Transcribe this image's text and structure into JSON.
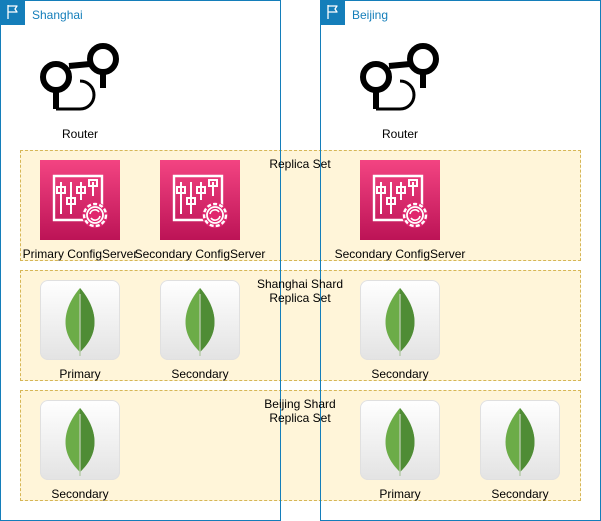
{
  "colors": {
    "region_border": "#147eba",
    "group_fill": "#fff2cc",
    "group_border": "#d6b656",
    "configserver": "#e7157b",
    "mongo_leaf": "#6cac48"
  },
  "regions": [
    {
      "label": "Shanghai",
      "icon": "flag-icon"
    },
    {
      "label": "Beijing",
      "icon": "flag-icon"
    }
  ],
  "routers": [
    {
      "label": "Router",
      "icon": "router-icon"
    },
    {
      "label": "Router",
      "icon": "router-icon"
    }
  ],
  "groups": [
    {
      "label": "Replica Set"
    },
    {
      "label": "Shanghai Shard\nReplica Set"
    },
    {
      "label": "Beijing Shard\nReplica Set"
    }
  ],
  "config_servers": [
    {
      "label": "Primary ConfigServer",
      "icon": "config-server-icon"
    },
    {
      "label": "Secondary ConfigServer",
      "icon": "config-server-icon"
    },
    {
      "label": "Secondary ConfigServer",
      "icon": "config-server-icon"
    }
  ],
  "shanghai_shard": [
    {
      "label": "Primary",
      "icon": "mongodb-icon"
    },
    {
      "label": "Secondary",
      "icon": "mongodb-icon"
    },
    {
      "label": "Secondary",
      "icon": "mongodb-icon"
    }
  ],
  "beijing_shard": [
    {
      "label": "Secondary",
      "icon": "mongodb-icon"
    },
    {
      "label": "Primary",
      "icon": "mongodb-icon"
    },
    {
      "label": "Secondary",
      "icon": "mongodb-icon"
    }
  ]
}
